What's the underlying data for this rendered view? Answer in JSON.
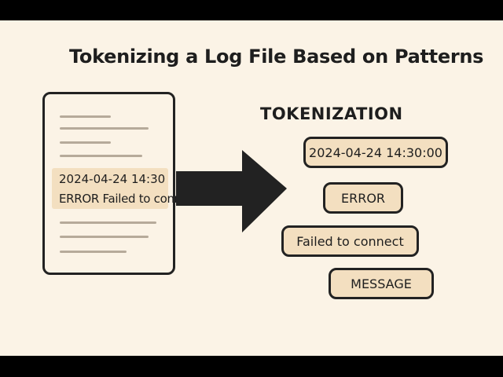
{
  "diagram": {
    "title": "Tokenizing a Log File Based on Patterns",
    "tokenization_heading": "TOKENIZATION",
    "log_entry": {
      "timestamp": "2024-04-24 14:30",
      "message": "ERROR  Failed to connect"
    },
    "tokens": [
      "2024-04-24 14:30:00",
      "ERROR",
      "Failed to connect",
      "MESSAGE"
    ]
  }
}
